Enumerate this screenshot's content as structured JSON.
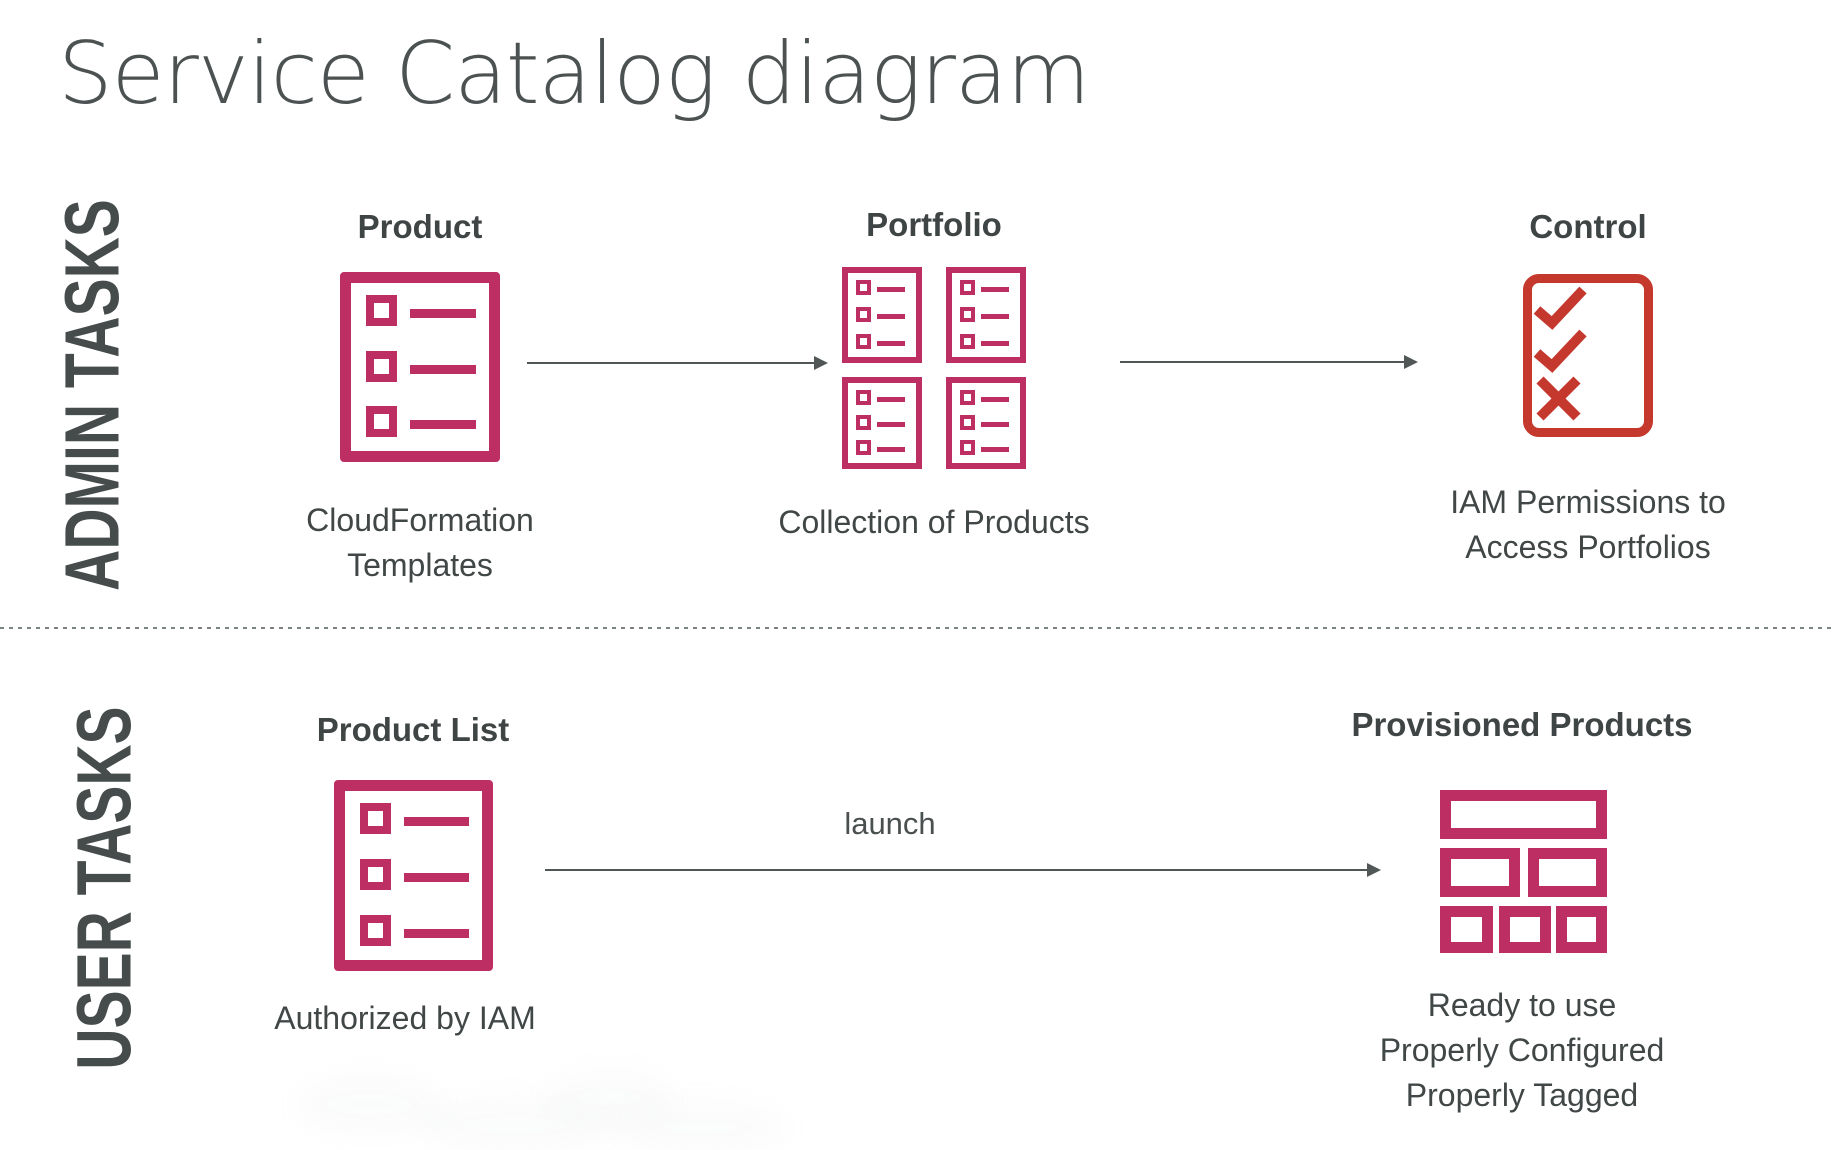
{
  "page": {
    "title": "Service Catalog diagram"
  },
  "colors": {
    "magenta": "#bd2e63",
    "red": "#c4382e",
    "dark_text": "#414747",
    "arrow": "#515757"
  },
  "admin": {
    "section_label": "ADMIN TASKS",
    "product": {
      "heading": "Product",
      "caption": "CloudFormation\nTemplates"
    },
    "portfolio": {
      "heading": "Portfolio",
      "caption": "Collection of Products"
    },
    "control": {
      "heading": "Control",
      "caption": "IAM Permissions to\nAccess Portfolios"
    }
  },
  "user": {
    "section_label": "USER TASKS",
    "product_list": {
      "heading": "Product List",
      "caption": "Authorized by IAM"
    },
    "launch_arrow_label": "launch",
    "provisioned": {
      "heading": "Provisioned Products",
      "caption": "Ready to use\nProperly Configured\nProperly Tagged"
    }
  }
}
